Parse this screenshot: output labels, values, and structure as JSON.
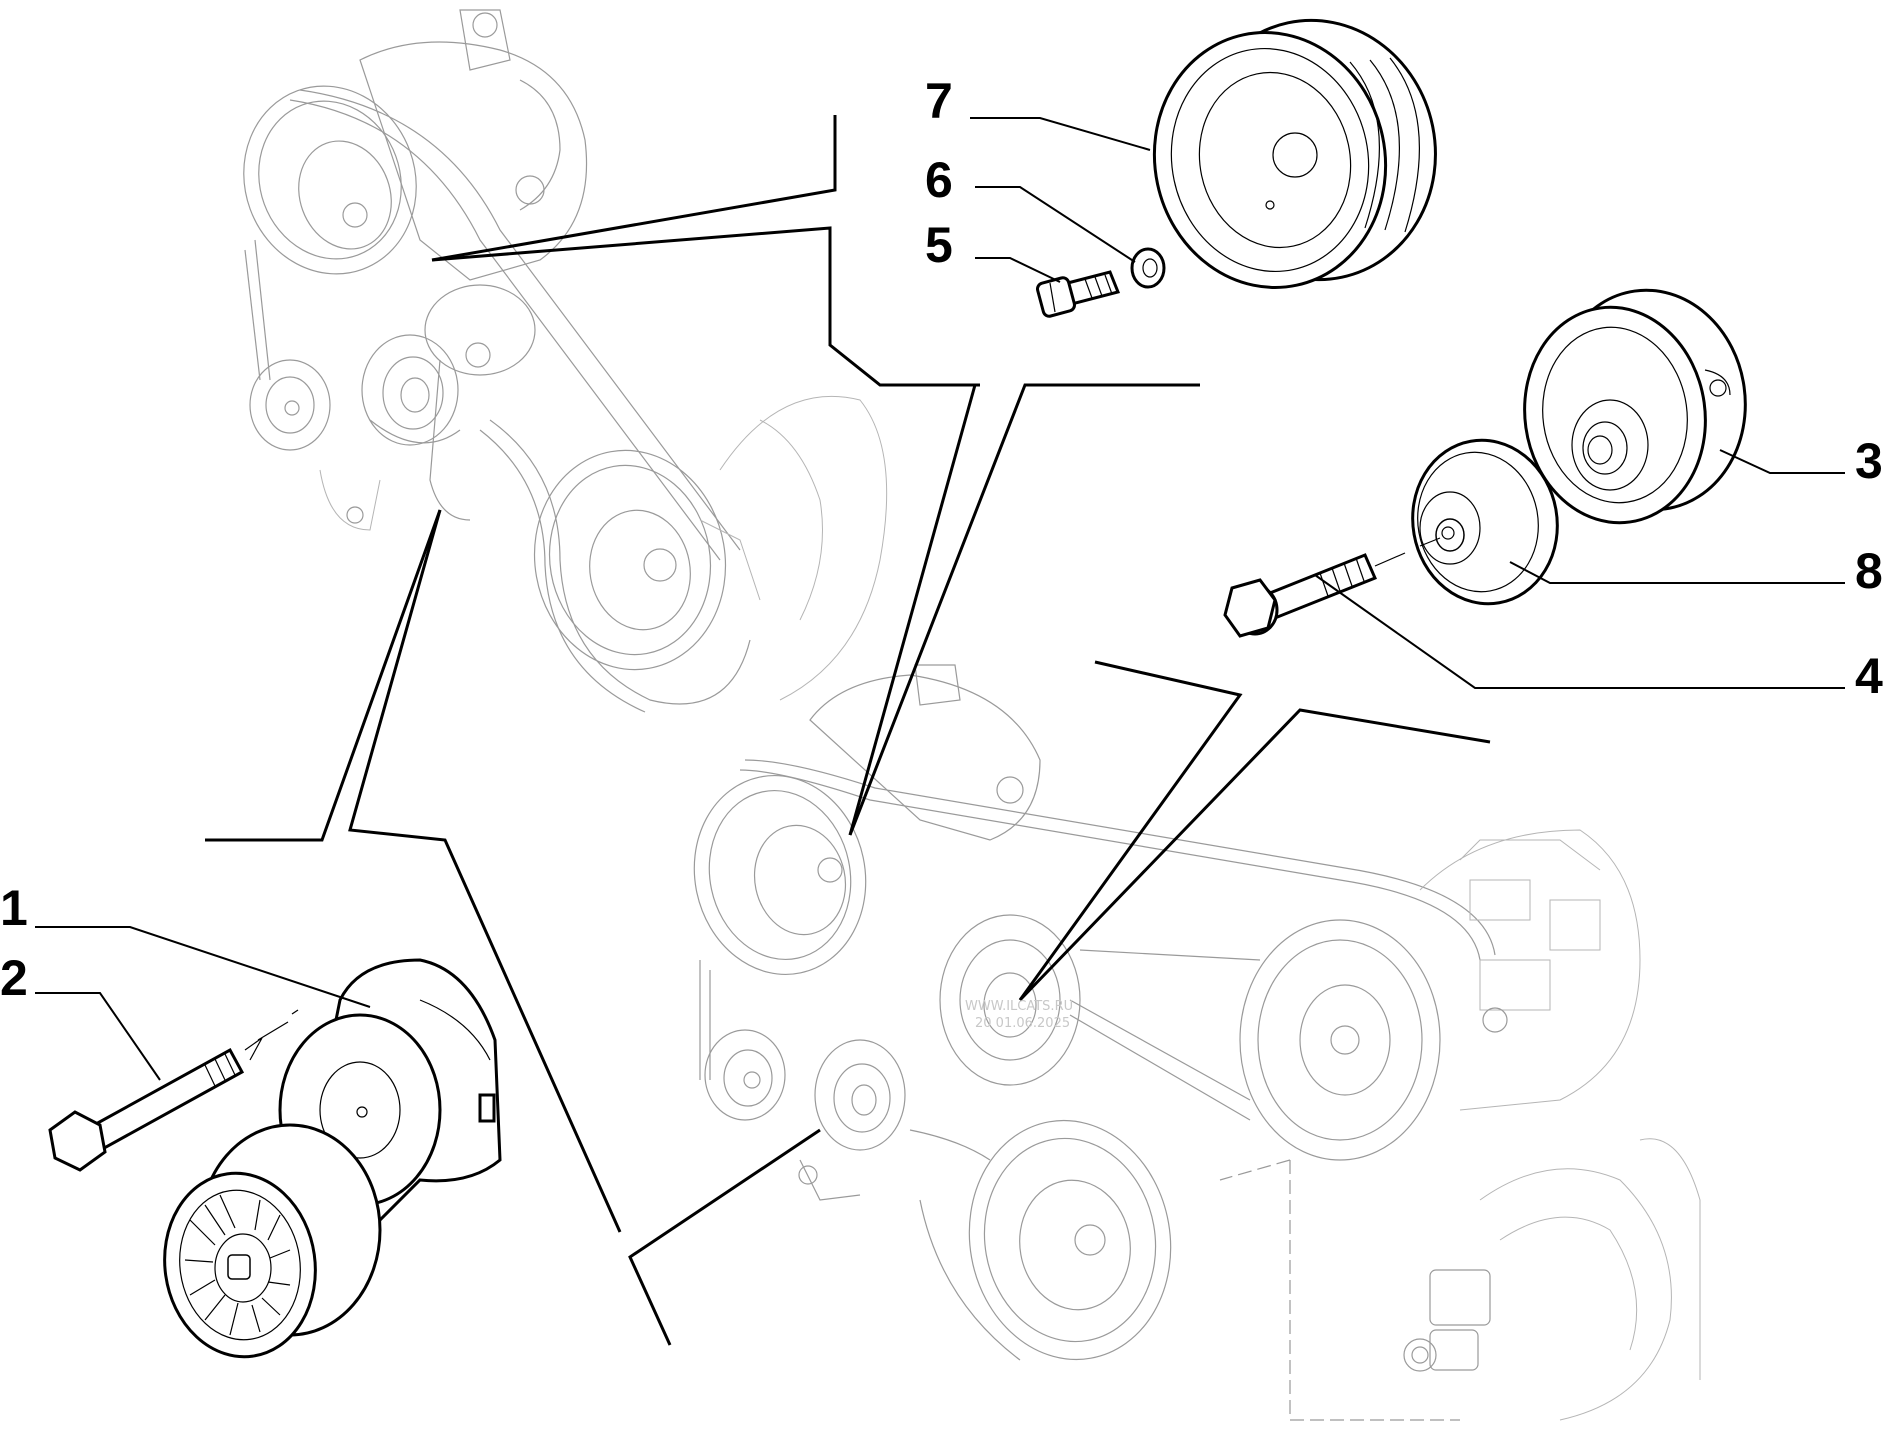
{
  "callouts": [
    {
      "id": "1",
      "label": "1"
    },
    {
      "id": "2",
      "label": "2"
    },
    {
      "id": "3",
      "label": "3"
    },
    {
      "id": "4",
      "label": "4"
    },
    {
      "id": "5",
      "label": "5"
    },
    {
      "id": "6",
      "label": "6"
    },
    {
      "id": "7",
      "label": "7"
    },
    {
      "id": "8",
      "label": "8"
    }
  ],
  "watermark": {
    "line1": "WWW.ILCATS.RU",
    "line2": "20 01.06.2025"
  }
}
